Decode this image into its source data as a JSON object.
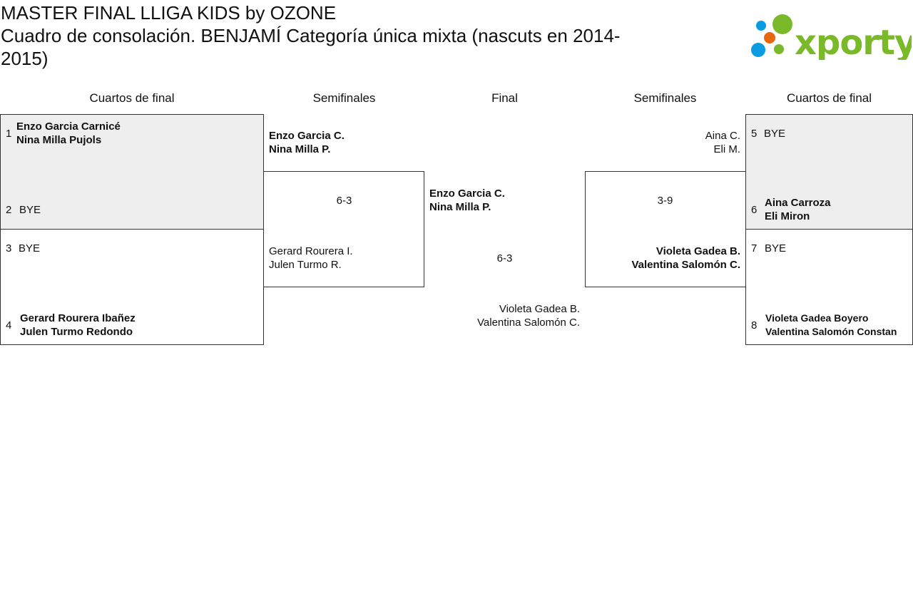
{
  "title": {
    "line1": "MASTER FINAL LLIGA KIDS by OZONE",
    "line2": "Cuadro de consolación. BENJAMÍ Categoría única mixta (nascuts en 2014-2015)"
  },
  "logo": {
    "text": "xporty",
    "colors": {
      "green": "#7ab929",
      "blue": "#0a9be0",
      "orange": "#e5680f"
    }
  },
  "headers": [
    "Cuartos de final",
    "Semifinales",
    "Final",
    "Semifinales",
    "Cuartos de final"
  ],
  "left_qf": [
    {
      "seed": "1",
      "p1": "Enzo Garcia Carnicé",
      "p2": "Nina Milla Pujols"
    },
    {
      "seed": "2",
      "p1": "BYE"
    },
    {
      "seed": "3",
      "p1": "BYE"
    },
    {
      "seed": "4",
      "p1": "Gerard Rourera Ibañez",
      "p2": "Julen Turmo Redondo"
    }
  ],
  "left_sf": {
    "top": {
      "p1": "Enzo Garcia C.",
      "p2": "Nina Milla P."
    },
    "score": "6-3",
    "bottom": {
      "p1": "Gerard Rourera I.",
      "p2": "Julen Turmo R."
    }
  },
  "final": {
    "top": {
      "p1": "Enzo Garcia C.",
      "p2": "Nina Milla P."
    },
    "score": "6-3",
    "bottom": {
      "p1": "Violeta Gadea B.",
      "p2": "Valentina Salomón C."
    }
  },
  "right_sf": {
    "top": {
      "p1": "Aina C.",
      "p2": "Eli M."
    },
    "score": "3-9",
    "bottom": {
      "p1": "Violeta Gadea B.",
      "p2": "Valentina Salomón C."
    }
  },
  "right_qf": [
    {
      "seed": "5",
      "p1": "BYE"
    },
    {
      "seed": "6",
      "p1": "Aina Carroza",
      "p2": "Eli Miron"
    },
    {
      "seed": "7",
      "p1": "BYE"
    },
    {
      "seed": "8",
      "p1": "Violeta Gadea Boyero",
      "p2": "Valentina Salomón Constan"
    }
  ]
}
